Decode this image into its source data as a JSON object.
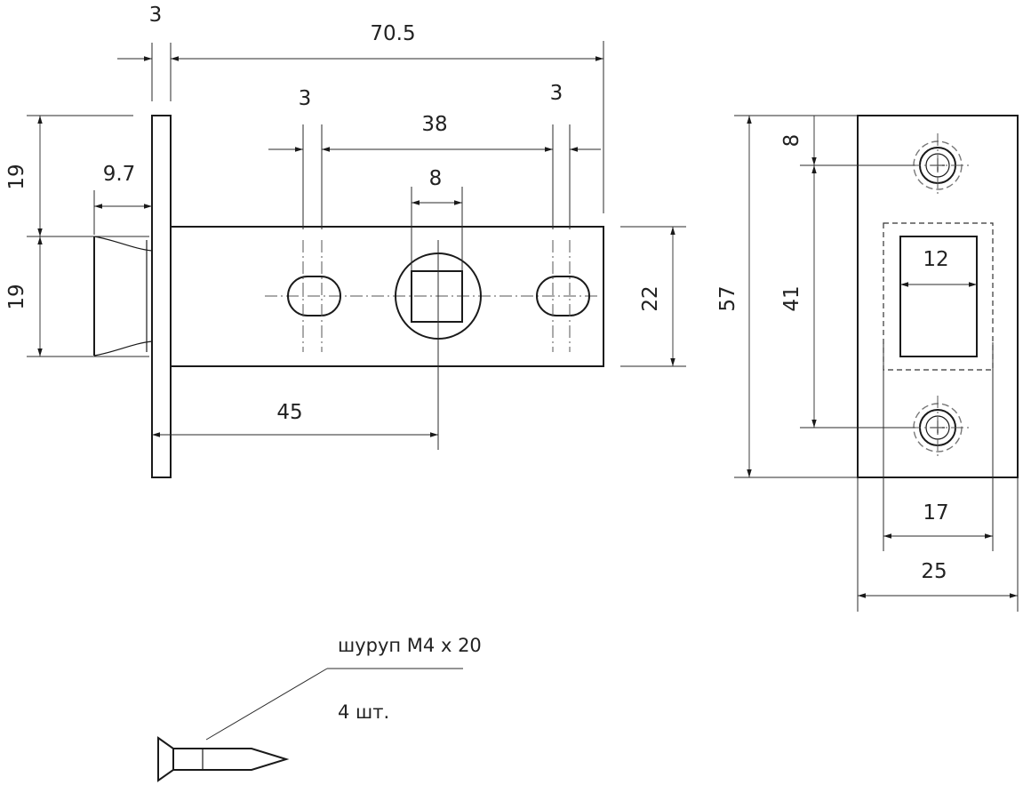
{
  "dimensions": {
    "plate_thickness": "3",
    "overall_length": "70.5",
    "slot_width_left": "3",
    "slot_spacing": "38",
    "slot_width_right": "3",
    "spindle_square": "8",
    "latch_projection": "9.7",
    "upper_half_height": "19",
    "lower_half_height": "19",
    "body_height": "22",
    "backset": "45",
    "strike_height": "57",
    "screw_hole_offset": "8",
    "screw_hole_spacing": "41",
    "latch_opening_width": "12",
    "pocket_width": "17",
    "strike_width": "25"
  },
  "notes": {
    "screw_spec": "шуруп М4 х 20",
    "screw_quantity": "4 шт."
  },
  "colors": {
    "line": "#1a1a1a",
    "background": "#ffffff"
  }
}
